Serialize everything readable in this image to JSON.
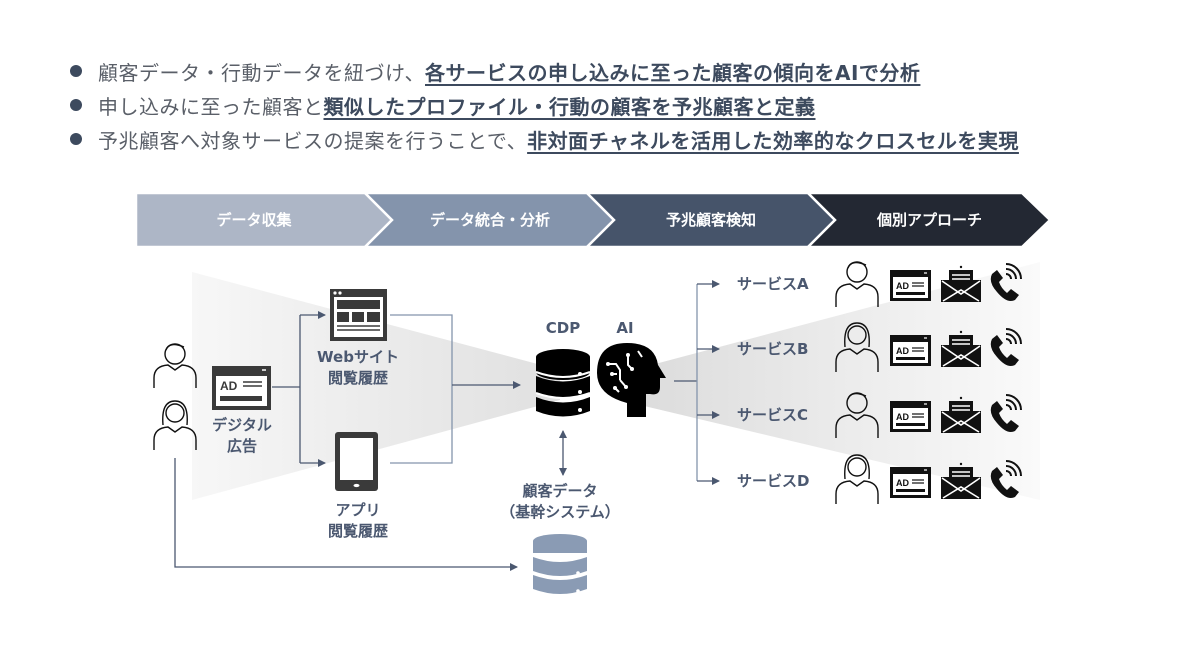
{
  "bullets": [
    {
      "plain": "顧客データ・行動データを紐づけ、",
      "emphasis": "各サービスの申し込みに至った顧客の傾向をAIで分析"
    },
    {
      "plain": "申し込みに至った顧客と",
      "emphasis": "類似したプロファイル・行動の顧客を予兆顧客と定義"
    },
    {
      "plain": "予兆顧客へ対象サービスの提案を行うことで、",
      "emphasis": "非対面チャネルを活用した効率的なクロスセルを実現"
    }
  ],
  "stages": [
    {
      "label": "データ収集",
      "color": "#adb6c6"
    },
    {
      "label": "データ統合・分析",
      "color": "#8494ac"
    },
    {
      "label": "予兆顧客検知",
      "color": "#46546a"
    },
    {
      "label": "個別アプローチ",
      "color": "#232833"
    }
  ],
  "sources": {
    "digital_ad": "デジタル\n広告",
    "website_line1": "Webサイト",
    "website_line2": "閲覧履歴",
    "app_line1": "アプリ",
    "app_line2": "閲覧履歴"
  },
  "center": {
    "cdp": "CDP",
    "ai": "AI",
    "core_line1": "顧客データ",
    "core_line2": "（基幹システム）"
  },
  "services": [
    {
      "label": "サービスA",
      "person": "male"
    },
    {
      "label": "サービスB",
      "person": "female"
    },
    {
      "label": "サービスC",
      "person": "male"
    },
    {
      "label": "サービスD",
      "person": "female"
    }
  ],
  "ad_badge": "AD",
  "colors": {
    "accent": "#3d4a5e",
    "connector": "#4b5870",
    "icon_dark": "#3a3a3a",
    "db_light": "#8a9bb4"
  }
}
